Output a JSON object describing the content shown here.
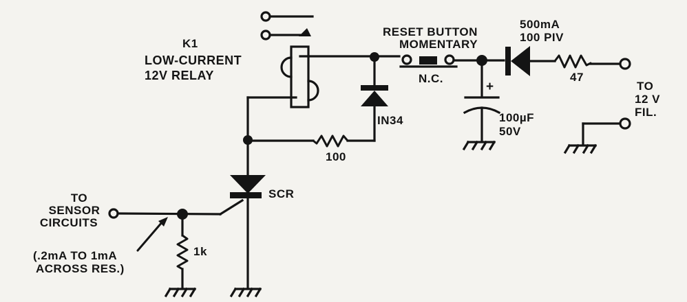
{
  "diagram": {
    "type": "circuit-schematic",
    "ink_color": "#141414",
    "paper_color": "#f4f3ef",
    "labels": {
      "relay_designator": "K1",
      "relay_desc_1": "LOW-CURRENT",
      "relay_desc_2": "12V RELAY",
      "reset_1": "RESET BUTTON",
      "reset_2": "MOMENTARY",
      "switch_type": "N.C.",
      "diode_rating_1": "500mA",
      "diode_rating_2": "100 PIV",
      "r_series": "47",
      "to_1": "TO",
      "to_2": "12 V",
      "to_3": "FIL.",
      "cap_polarity": "+",
      "cap_value_1": "100µF",
      "cap_value_2": "50V",
      "diode_1n34": "IN34",
      "r_feedback": "100",
      "scr": "SCR",
      "sensor_1": "TO",
      "sensor_2": "SENSOR",
      "sensor_3": "CIRCUITS",
      "r_gate": "1k",
      "note_1": "(.2mA TO 1mA",
      "note_2": "ACROSS RES.)"
    },
    "components": [
      {
        "ref": "K1",
        "kind": "relay",
        "value": "Low-current 12V"
      },
      {
        "ref": "S1",
        "kind": "pushbutton",
        "value": "Reset, momentary, N.C."
      },
      {
        "ref": "D1",
        "kind": "diode",
        "value": "500mA 100 PIV"
      },
      {
        "ref": "R1",
        "kind": "resistor",
        "value": "47"
      },
      {
        "ref": "C1",
        "kind": "electrolytic-capacitor",
        "value": "100µF 50V"
      },
      {
        "ref": "D2",
        "kind": "diode",
        "value": "IN34"
      },
      {
        "ref": "R2",
        "kind": "resistor",
        "value": "100"
      },
      {
        "ref": "SCR1",
        "kind": "scr",
        "value": "SCR"
      },
      {
        "ref": "R3",
        "kind": "resistor",
        "value": "1k"
      }
    ]
  }
}
